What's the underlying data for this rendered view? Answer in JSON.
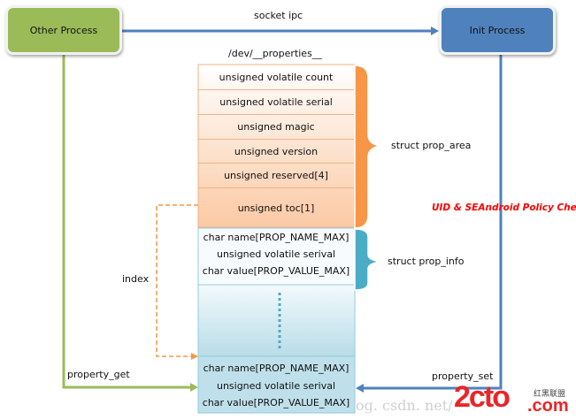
{
  "processes": {
    "other": {
      "label": "Other Process",
      "color": "#9bbb59"
    },
    "init": {
      "label": "Init Process",
      "color": "#4f81bd"
    }
  },
  "connections": {
    "socket_ipc": "socket ipc",
    "property_get": "property_get",
    "property_set": "property_set",
    "index": "index"
  },
  "memory": {
    "title": "/dev/__properties__",
    "prop_area": {
      "label": "struct prop_area",
      "fields": [
        "unsigned volatile count",
        "unsigned volatile serial",
        "unsigned magic",
        "unsigned version",
        "unsigned reserved[4]",
        "unsigned toc[1]"
      ],
      "color": "#f79646"
    },
    "prop_info": {
      "label": "struct prop_info",
      "fields": [
        "char name[PROP_NAME_MAX]",
        "unsigned volatile serival",
        "char value[PROP_VALUE_MAX]"
      ],
      "color": "#4bacc6"
    },
    "last_prop_info": {
      "fields": [
        "char name[PROP_NAME_MAX]",
        "unsigned volatile serival",
        "char value[PROP_VALUE_MAX]"
      ]
    }
  },
  "policy_check": {
    "label": "UID & SEAndroid Policy Check",
    "color": "#ff0000"
  },
  "watermark": {
    "url_text": "og. csdn. net/",
    "brand_main": "2cto",
    "brand_sub": "红黑联盟",
    "brand_tld": ".com"
  }
}
